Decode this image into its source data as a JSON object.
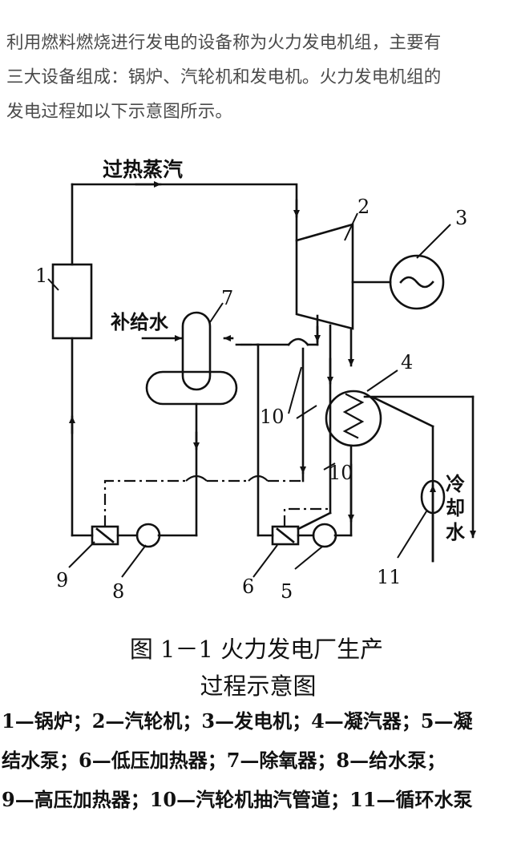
{
  "intro": {
    "line1": "利用燃料燃烧进行发电的设备称为火力发电机组，主要有",
    "line2": "三大设备组成：锅炉、汽轮机和发电机。火力发电机组的",
    "line3": "发电过程如以下示意图所示。"
  },
  "diagram": {
    "steam_label": "过热蒸汽",
    "makeup_label": "补给水",
    "cooling_label": [
      "冷",
      "却",
      "水"
    ],
    "numbers": {
      "n1": "1",
      "n2": "2",
      "n3": "3",
      "n4": "4",
      "n5": "5",
      "n6": "6",
      "n7": "7",
      "n8": "8",
      "n9": "9",
      "n10a": "10",
      "n10b": "10",
      "n11": "11"
    },
    "caption_line1": "图 1－1   火力发电厂生产",
    "caption_line2": "过程示意图",
    "colors": {
      "line": "#111111",
      "text": "#4a4a4a"
    }
  },
  "legend": {
    "line1": "1—锅炉；2—汽轮机；3—发电机；4—凝汽器；5—凝",
    "line2": "结水泵；6—低压加热器；7—除氧器；8—给水泵；",
    "line3": "9—高压加热器；10—汽轮机抽汽管道；11—循环水泵"
  }
}
